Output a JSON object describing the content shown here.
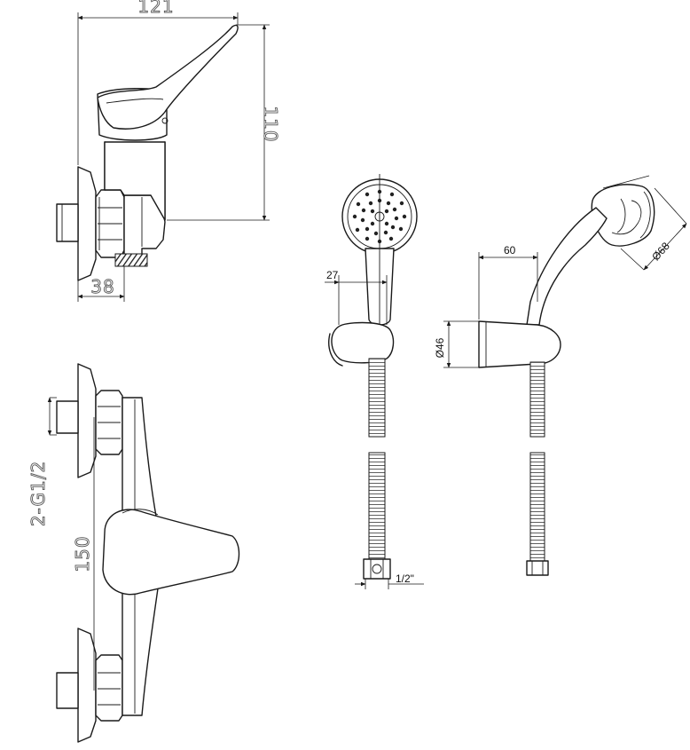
{
  "dimensions": {
    "mixer_width": "121",
    "mixer_height": "110",
    "mixer_depth": "38",
    "inlet_thread": "2-G1/2",
    "inlet_centers": "150",
    "handshower_offset": "27",
    "holder_reach": "60",
    "holder_diameter": "Ø46",
    "head_diameter": "Ø68",
    "hose_thread": "1/2\""
  }
}
